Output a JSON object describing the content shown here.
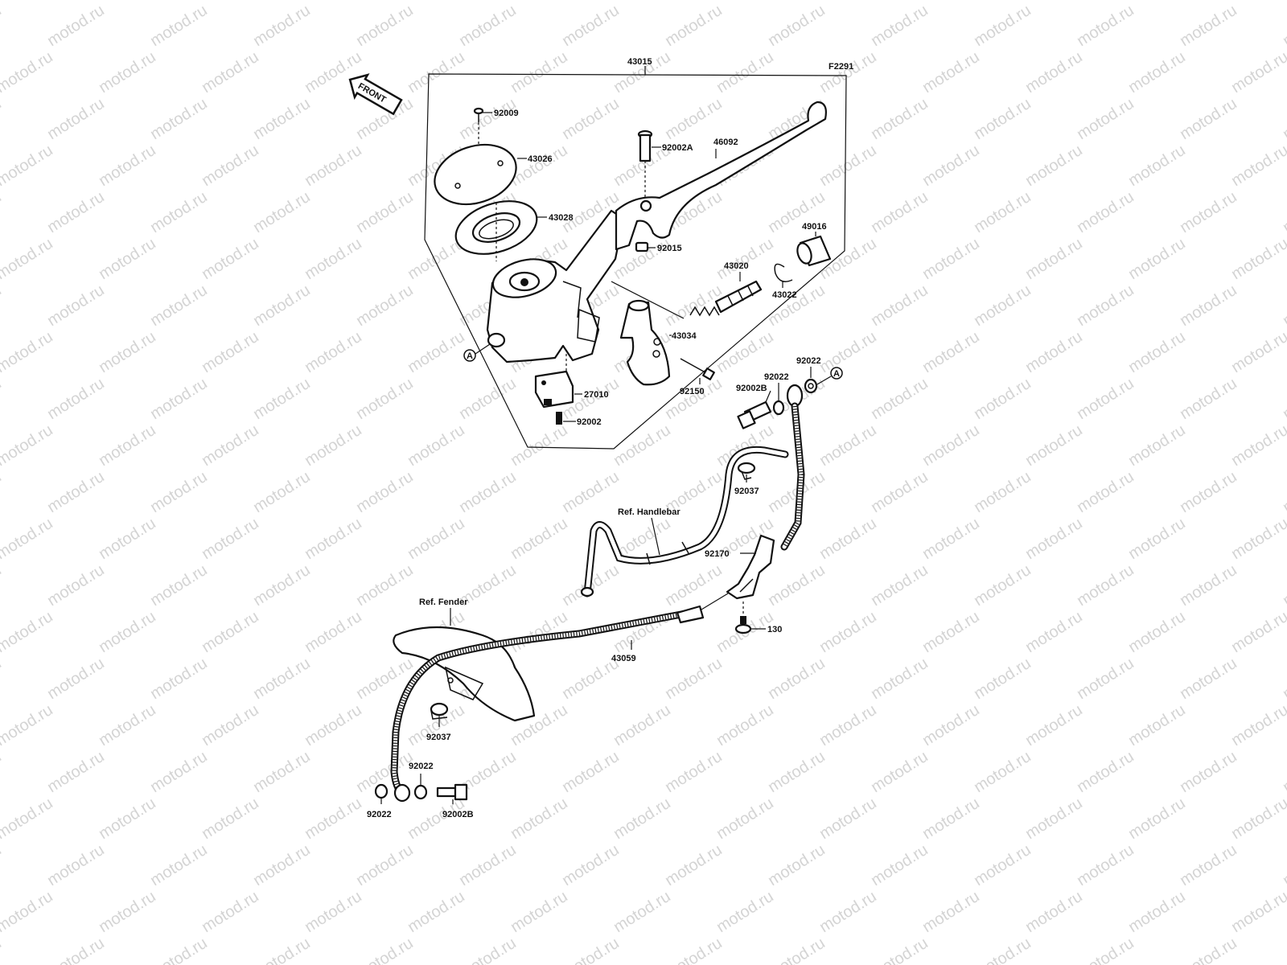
{
  "figure_code": "F2291",
  "watermark": "motod.ru",
  "front_arrow_label": "FRONT",
  "reference_mark": "A",
  "callouts": {
    "assembly": "43015",
    "screw_cap": "92009",
    "cap": "43026",
    "diaphragm": "43028",
    "pivot_bolt": "92002A",
    "lever": "46092",
    "nut": "92015",
    "dust_boot": "49016",
    "piston_assy": "43020",
    "circlip": "43022",
    "clamp": "43034",
    "clamp_bolt": "92150",
    "switch": "27010",
    "switch_screw": "92002",
    "washer_top_right": "92022",
    "washer_top_left": "92022",
    "banjo_bolt_top": "92002B",
    "clamp_handlebar": "92037",
    "handlebar_ref": "Ref. Handlebar",
    "hose_bracket": "92170",
    "bracket_bolt": "130",
    "fender_ref": "Ref. Fender",
    "brake_hose": "43059",
    "clamp_fender": "92037",
    "washer_bottom_top": "92022",
    "washer_bottom_left": "92022",
    "banjo_bolt_bottom": "92002B"
  }
}
